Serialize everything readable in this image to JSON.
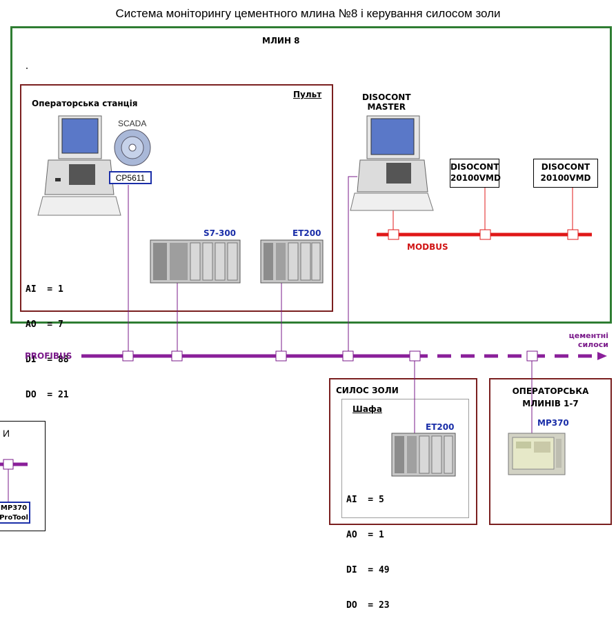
{
  "title": "Система моніторингу цементного млина №8 і керування силосом золи",
  "mill": {
    "label": "МЛИН 8",
    "console_label": "Пульт",
    "operator_station_label": "Операторська станція",
    "scada_label": "SCADA",
    "cp_label": "CP5611",
    "s7_label": "S7-300",
    "et200_label": "ET200",
    "disocont_master_line1": "DISOCONT",
    "disocont_master_line2": "MASTER",
    "vmd1_line1": "DISOCONT",
    "vmd1_line2": "20100VMD",
    "vmd2_line1": "DISOCONT",
    "vmd2_line2": "20100VMD",
    "modbus_label": "MODBUS",
    "io_ai": "AI  = 1",
    "io_ao": "AO  = 7",
    "io_di": "DI  = 88",
    "io_do": "DO  = 21"
  },
  "bus": {
    "profibus_label": "PROFIBUS",
    "cement_silos_line1": "цементні",
    "cement_silos_line2": "силоси"
  },
  "ash_silo": {
    "label": "СИЛОС ЗОЛИ",
    "cabinet_label": "Шафа",
    "et200_label": "ET200",
    "io_ai": "AI  = 5",
    "io_ao": "AO  = 1",
    "io_di": "DI  = 49",
    "io_do": "DO  = 23"
  },
  "operator_mills": {
    "line1": "ОПЕРАТОРСЬКА",
    "line2": "МЛИНІВ 1-7",
    "mp_label": "MP370"
  },
  "left_partial": {
    "letter": "И",
    "mp_line1": "MP370",
    "mp_line2": "ProTool"
  },
  "colors": {
    "mill_border": "#2e7d32",
    "section_border": "#7a1f1f",
    "profibus": "#8a1f9a",
    "modbus": "#e01818",
    "device_blue": "#1a2ea8"
  },
  "icons": {
    "computer": "computer-icon",
    "scada": "cd-disc-icon",
    "plc": "plc-rack-icon",
    "panel": "touch-panel-icon"
  }
}
